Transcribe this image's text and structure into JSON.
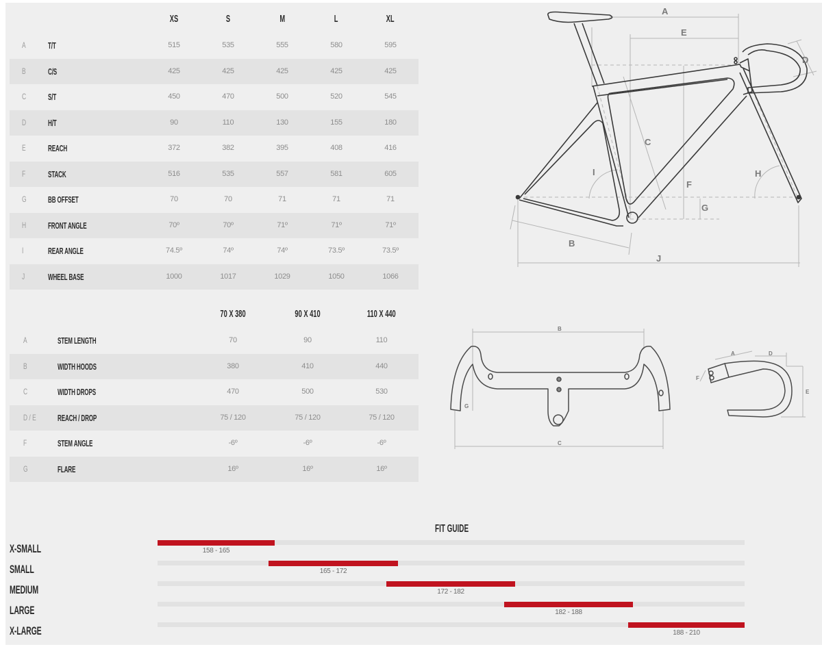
{
  "geometry_table": {
    "sizes": [
      "XS",
      "S",
      "M",
      "L",
      "XL"
    ],
    "rows": [
      {
        "letter": "A",
        "label": "T/T",
        "values": [
          "515",
          "535",
          "555",
          "580",
          "595"
        ]
      },
      {
        "letter": "B",
        "label": "C/S",
        "values": [
          "425",
          "425",
          "425",
          "425",
          "425"
        ]
      },
      {
        "letter": "C",
        "label": "S/T",
        "values": [
          "450",
          "470",
          "500",
          "520",
          "545"
        ]
      },
      {
        "letter": "D",
        "label": "H/T",
        "values": [
          "90",
          "110",
          "130",
          "155",
          "180"
        ]
      },
      {
        "letter": "E",
        "label": "REACH",
        "values": [
          "372",
          "382",
          "395",
          "408",
          "416"
        ]
      },
      {
        "letter": "F",
        "label": "STACK",
        "values": [
          "516",
          "535",
          "557",
          "581",
          "605"
        ]
      },
      {
        "letter": "G",
        "label": "BB OFFSET",
        "values": [
          "70",
          "70",
          "71",
          "71",
          "71"
        ]
      },
      {
        "letter": "H",
        "label": "FRONT ANGLE",
        "values": [
          "70º",
          "70º",
          "71º",
          "71º",
          "71º"
        ]
      },
      {
        "letter": "I",
        "label": "REAR ANGLE",
        "values": [
          "74.5º",
          "74º",
          "74º",
          "73.5º",
          "73.5º"
        ]
      },
      {
        "letter": "J",
        "label": "WHEEL BASE",
        "values": [
          "1000",
          "1017",
          "1029",
          "1050",
          "1066"
        ]
      }
    ]
  },
  "cockpit_table": {
    "sizes": [
      "70 X 380",
      "90 X 410",
      "110 X 440"
    ],
    "rows": [
      {
        "letter": "A",
        "label": "STEM LENGTH",
        "values": [
          "70",
          "90",
          "110"
        ]
      },
      {
        "letter": "B",
        "label": "WIDTH HOODS",
        "values": [
          "380",
          "410",
          "440"
        ]
      },
      {
        "letter": "C",
        "label": "WIDTH DROPS",
        "values": [
          "470",
          "500",
          "530"
        ]
      },
      {
        "letter": "D / E",
        "label": "REACH / DROP",
        "values": [
          "75 / 120",
          "75 / 120",
          "75 / 120"
        ]
      },
      {
        "letter": "F",
        "label": "STEM ANGLE",
        "values": [
          "-6º",
          "-6º",
          "-6º"
        ]
      },
      {
        "letter": "G",
        "label": "FLARE",
        "values": [
          "16º",
          "16º",
          "16º"
        ]
      }
    ]
  },
  "frame_diagram": {
    "labels": [
      "A",
      "E",
      "D",
      "C",
      "I",
      "F",
      "G",
      "H",
      "B",
      "J"
    ]
  },
  "handlebar_diagram": {
    "front_labels": [
      "B",
      "C",
      "G"
    ],
    "side_labels": [
      "A",
      "D",
      "E",
      "F"
    ]
  },
  "fit_guide": {
    "title": "FIT GUIDE",
    "accent_color": "#c0131f",
    "track_color": "#e2e2e2",
    "sizes": [
      {
        "name": "X-SMALL",
        "range": "158 - 165"
      },
      {
        "name": "SMALL",
        "range": "165 - 172"
      },
      {
        "name": "MEDIUM",
        "range": "172 - 182"
      },
      {
        "name": "LARGE",
        "range": "182 - 188"
      },
      {
        "name": "X-LARGE",
        "range": "188 - 210"
      }
    ]
  }
}
